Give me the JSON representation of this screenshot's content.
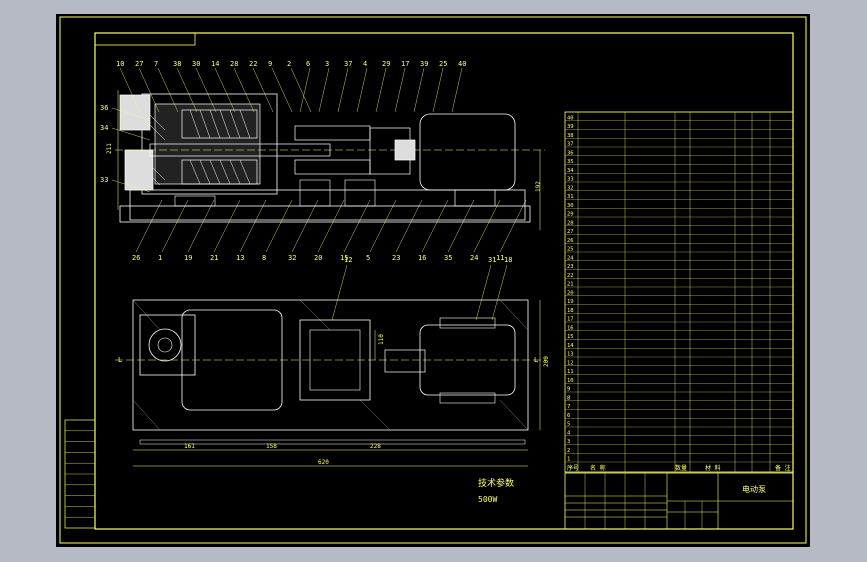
{
  "colors": {
    "background_outer": "#b6bac4",
    "sheet": "#000000",
    "frame": "#ffff66",
    "drawing_line": "#ffffff",
    "dim_line": "#ffff66",
    "fill": "#eeeeee"
  },
  "top_view": {
    "callouts_top": [
      "10",
      "27",
      "7",
      "38",
      "30",
      "14",
      "28",
      "22",
      "9",
      "2",
      "6",
      "3",
      "37",
      "4",
      "29",
      "17",
      "39",
      "25",
      "40"
    ],
    "callouts_left": [
      "36",
      "34",
      "33"
    ],
    "callouts_bottom": [
      "26",
      "1",
      "19",
      "21",
      "13",
      "8",
      "32",
      "20",
      "15",
      "5",
      "23",
      "16",
      "35",
      "24",
      "11"
    ],
    "dim_left": "211",
    "dim_right": "192"
  },
  "plan_view": {
    "callouts_top": [
      "12",
      "31",
      "18"
    ],
    "dims_bottom": [
      "161",
      "158",
      "228"
    ],
    "dim_overall": "620",
    "dim_center": "110",
    "dim_right": "200",
    "centerline_mark": "L"
  },
  "tech_note": {
    "title": "技术参数",
    "value": "500W"
  },
  "bom": {
    "row_count": 40,
    "footer": [
      "序号",
      "名 称",
      "数量",
      "材 料",
      "备 注"
    ]
  },
  "title_block": {
    "drawing_name": "电动泵"
  },
  "left_stamp": {
    "rows": 5
  }
}
